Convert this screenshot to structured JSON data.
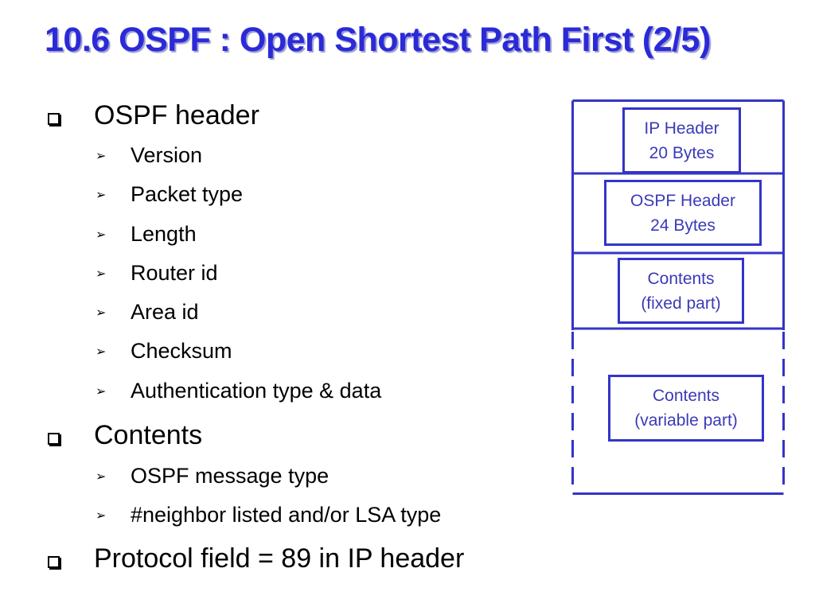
{
  "slide": {
    "title": "10.6 OSPF : Open Shortest Path First (2/5)"
  },
  "outline": [
    {
      "text": "OSPF header",
      "children": [
        "Version",
        "Packet type",
        "Length",
        "Router id",
        "Area id",
        "Checksum",
        "Authentication type & data"
      ]
    },
    {
      "text": "Contents",
      "children": [
        "OSPF message type",
        "#neighbor listed and/or LSA type"
      ]
    },
    {
      "text": "Protocol field = 89 in IP header",
      "children": []
    }
  ],
  "diagram": {
    "ip_header": [
      "IP Header",
      "20 Bytes"
    ],
    "ospf_header": [
      "OSPF Header",
      "24 Bytes"
    ],
    "contents_fixed": [
      "Contents",
      "(fixed part)"
    ],
    "contents_variable": [
      "Contents",
      "(variable part)"
    ]
  },
  "colors": {
    "title": "#2a2ad8",
    "diagram_stroke": "#3434c8",
    "diagram_text": "#3a3ab8"
  },
  "icons": {
    "level1_bullet": "hollow-square-icon",
    "level2_bullet": "arrowhead-icon"
  }
}
